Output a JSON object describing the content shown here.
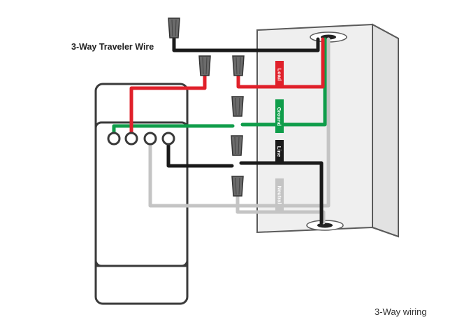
{
  "diagram": {
    "title": "3-Way Traveler Wire",
    "footer": "3-Way wiring",
    "wire_labels": [
      {
        "key": "load",
        "text": "Load",
        "color": "#e0202a"
      },
      {
        "key": "ground",
        "text": "Ground",
        "color": "#0f9d4a"
      },
      {
        "key": "line",
        "text": "Line",
        "color": "#1a1a1a"
      },
      {
        "key": "neutral",
        "text": "Neutral",
        "color": "#c4c4c4"
      }
    ],
    "colors": {
      "black": "#1a1a1a",
      "red": "#e0202a",
      "green": "#0f9d4a",
      "neutral": "#c4c4c4",
      "device_outline": "#3a3a3a",
      "box_outline": "#5a5a5a",
      "box_fill": "#eeeeee"
    }
  }
}
